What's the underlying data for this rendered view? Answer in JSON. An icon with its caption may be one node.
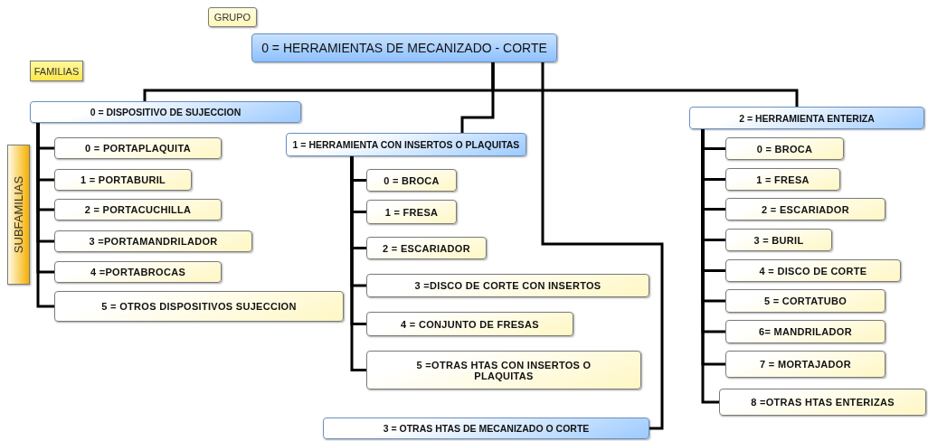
{
  "diagram": {
    "nodes": [
      {
        "text": [
          "GRUPO"
        ]
      },
      {
        "text": [
          "0 = HERRAMIENTAS DE MECANIZADO - CORTE"
        ]
      },
      {
        "text": [
          "FAMILIAS"
        ]
      },
      {
        "text": [
          "0 = DISPOSITIVO DE SUJECCION"
        ]
      },
      {
        "text": [
          "SUBFAMILIAS"
        ]
      },
      {
        "text": [
          "0 = PORTAPLAQUITA"
        ]
      },
      {
        "text": [
          "1 = PORTABURIL"
        ]
      },
      {
        "text": [
          "2 = PORTACUCHILLA"
        ]
      },
      {
        "text": [
          "3 =PORTAMANDRILADOR"
        ]
      },
      {
        "text": [
          "4 =PORTABROCAS"
        ]
      },
      {
        "text": [
          "5 = OTROS DISPOSITIVOS SUJECCION"
        ]
      },
      {
        "text": [
          "1 = HERRAMIENTA CON INSERTOS O PLAQUITAS"
        ]
      },
      {
        "text": [
          "0 = BROCA"
        ]
      },
      {
        "text": [
          "1 = FRESA"
        ]
      },
      {
        "text": [
          "2 = ESCARIADOR"
        ]
      },
      {
        "text": [
          "3 =DISCO DE CORTE CON INSERTOS"
        ]
      },
      {
        "text": [
          "4 = CONJUNTO DE FRESAS"
        ]
      },
      {
        "text": [
          "5 =OTRAS HTAS CON INSERTOS O PLAQUITAS"
        ]
      },
      {
        "text": [
          "2 = HERRAMIENTA ENTERIZA"
        ]
      },
      {
        "text": [
          "0 = BROCA"
        ]
      },
      {
        "text": [
          "1 = FRESA"
        ]
      },
      {
        "text": [
          "2 = ESCARIADOR"
        ]
      },
      {
        "text": [
          "3 = BURIL"
        ]
      },
      {
        "text": [
          "4 = DISCO DE CORTE"
        ]
      },
      {
        "text": [
          "5 = CORTATUBO"
        ]
      },
      {
        "text": [
          "6= MANDRILADOR"
        ]
      },
      {
        "text": [
          "7 = MORTAJADOR"
        ]
      },
      {
        "text": [
          "8 =OTRAS HTAS ENTERIZAS"
        ]
      },
      {
        "text": [
          "3 = OTRAS HTAS DE MECANIZADO O CORTE"
        ]
      }
    ],
    "edges": [
      {
        "from": 1,
        "to": 3,
        "arrow": "none"
      },
      {
        "from": 1,
        "to": 11,
        "arrow": "none"
      },
      {
        "from": 1,
        "to": 18,
        "arrow": "none"
      },
      {
        "from": 1,
        "to": 28,
        "arrow": "none"
      },
      {
        "from": 3,
        "to": 5,
        "arrow": "none"
      },
      {
        "from": 3,
        "to": 6,
        "arrow": "none"
      },
      {
        "from": 3,
        "to": 7,
        "arrow": "none"
      },
      {
        "from": 3,
        "to": 8,
        "arrow": "none"
      },
      {
        "from": 3,
        "to": 9,
        "arrow": "none"
      },
      {
        "from": 3,
        "to": 10,
        "arrow": "none"
      },
      {
        "from": 11,
        "to": 12,
        "arrow": "none"
      },
      {
        "from": 11,
        "to": 13,
        "arrow": "none"
      },
      {
        "from": 11,
        "to": 14,
        "arrow": "none"
      },
      {
        "from": 11,
        "to": 15,
        "arrow": "none"
      },
      {
        "from": 11,
        "to": 16,
        "arrow": "none"
      },
      {
        "from": 11,
        "to": 17,
        "arrow": "none"
      },
      {
        "from": 18,
        "to": 19,
        "arrow": "none"
      },
      {
        "from": 18,
        "to": 20,
        "arrow": "none"
      },
      {
        "from": 18,
        "to": 21,
        "arrow": "none"
      },
      {
        "from": 18,
        "to": 22,
        "arrow": "none"
      },
      {
        "from": 18,
        "to": 23,
        "arrow": "none"
      },
      {
        "from": 18,
        "to": 24,
        "arrow": "none"
      },
      {
        "from": 18,
        "to": 25,
        "arrow": "none"
      },
      {
        "from": 18,
        "to": 26,
        "arrow": "none"
      },
      {
        "from": 18,
        "to": 27,
        "arrow": "none"
      }
    ]
  }
}
